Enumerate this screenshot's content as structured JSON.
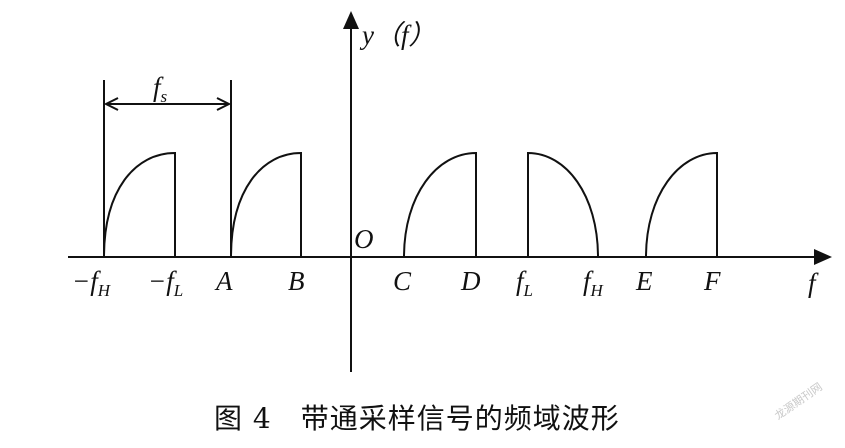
{
  "figure": {
    "y_axis_label": "y（f）",
    "x_axis_label": "f",
    "origin_label": "O",
    "spacing_label": {
      "main": "f",
      "sub": "s"
    },
    "x_labels": [
      {
        "prefix": "−",
        "main": "f",
        "sub": "H"
      },
      {
        "prefix": "−",
        "main": "f",
        "sub": "L"
      },
      {
        "prefix": "",
        "main": "A",
        "sub": ""
      },
      {
        "prefix": "",
        "main": "B",
        "sub": ""
      },
      {
        "prefix": "",
        "main": "C",
        "sub": ""
      },
      {
        "prefix": "",
        "main": "D",
        "sub": ""
      },
      {
        "prefix": "",
        "main": "f",
        "sub": "L"
      },
      {
        "prefix": "",
        "main": "f",
        "sub": "H"
      },
      {
        "prefix": "",
        "main": "E",
        "sub": ""
      },
      {
        "prefix": "",
        "main": "F",
        "sub": ""
      }
    ],
    "caption": "图 4　带通采样信号的频域波形",
    "watermark": "龙源期刊网"
  }
}
